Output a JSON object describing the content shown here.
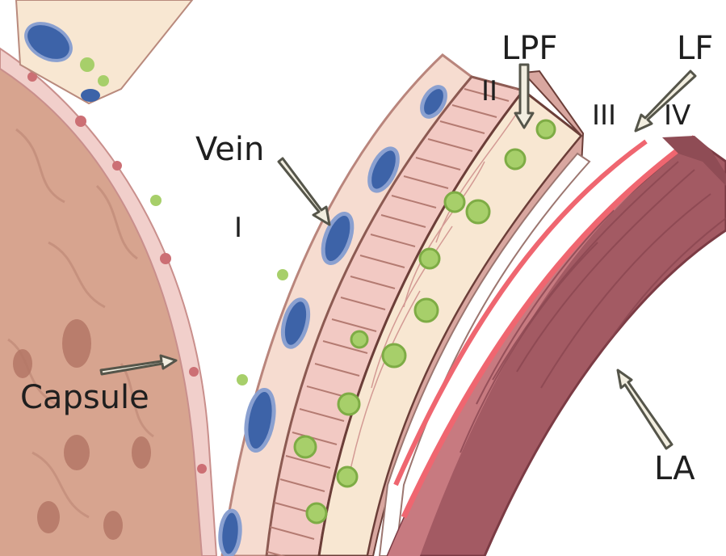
{
  "labels": {
    "vein": "Vein",
    "capsule": "Capsule",
    "lpf": "LPF",
    "lf": "LF",
    "la": "LA",
    "layer_i": "I",
    "layer_ii": "II",
    "layer_iii": "III",
    "layer_iv": "IV"
  },
  "colors": {
    "tissue": "#d7a48f",
    "capsule_band": "#f1cfcb",
    "layer_pale": "#f6dcd0",
    "layer_cream": "#f8e7d2",
    "vein_blue": "#3d63a8",
    "cell_green": "#a7cf6a",
    "artery_red": "#a35a63",
    "artery_stripe": "#ef6670",
    "arrow": "#55554a"
  }
}
